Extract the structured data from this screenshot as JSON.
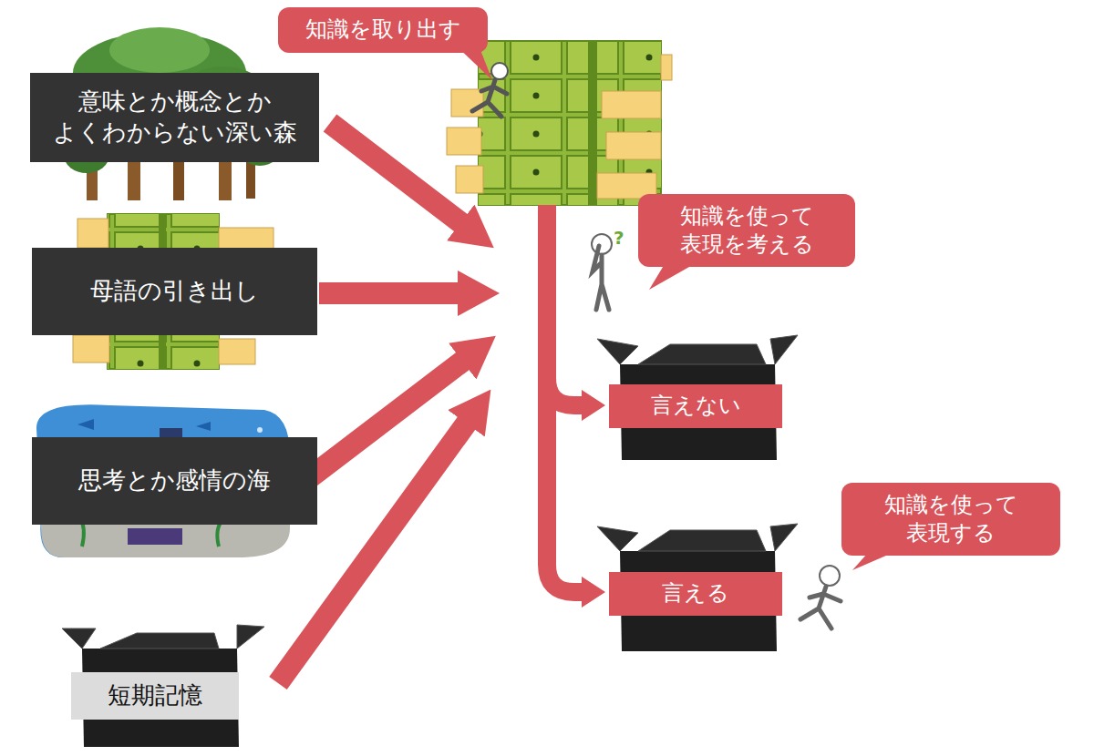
{
  "diagram": {
    "nodes": [
      {
        "text": [
          "意味とか概念とか よくわからない深い森"
        ]
      },
      {
        "text": [
          "母語の引き出し"
        ]
      },
      {
        "text": [
          "思考とか感情の海"
        ]
      },
      {
        "text": [
          "短期記憶"
        ]
      },
      {
        "text": [
          "知識を取り出す"
        ]
      },
      {
        "text": [
          "知識を使って 表現を考える"
        ]
      },
      {
        "text": [
          "言えない"
        ]
      },
      {
        "text": [
          "知識を使って 表現する"
        ]
      },
      {
        "text": [
          "言える"
        ]
      }
    ]
  }
}
